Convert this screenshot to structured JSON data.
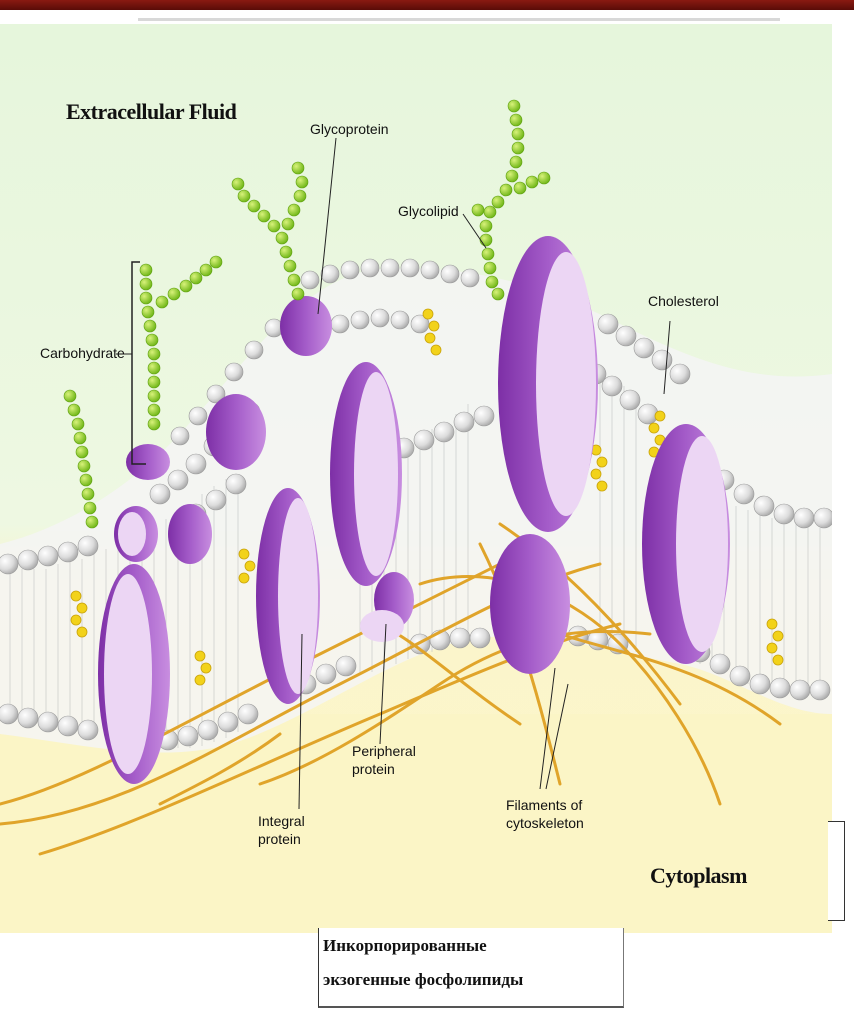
{
  "diagram": {
    "regions": {
      "extracellular": "Extracellular Fluid",
      "cytoplasm": "Cytoplasm"
    },
    "labels": {
      "glycoprotein": "Glycoprotein",
      "glycolipid": "Glycolipid",
      "carbohydrate": "Carbohydrate",
      "cholesterol": "Cholesterol",
      "peripheral_protein": "Peripheral protein",
      "integral_protein": "Integral protein",
      "filaments": "Filaments of cytoskeleton"
    },
    "colors": {
      "extracellular_bg": "#e6f6dc",
      "cytoplasm_bg": "#fcf6c8",
      "protein": "#9a4fbf",
      "protein_face": "#ecd6f4",
      "sugar": "#8ccf1e",
      "cholesterol": "#f2d21a",
      "filament": "#e0a42a",
      "head": "#e2e2e2"
    }
  },
  "caption": {
    "line1": "Инкорпорированные",
    "line2": "экзогенные фосфолипиды"
  }
}
